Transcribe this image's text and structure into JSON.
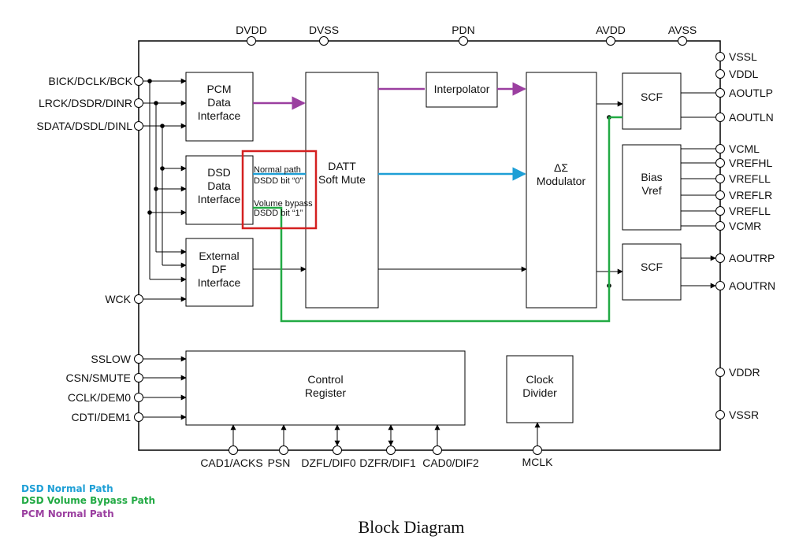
{
  "colors": {
    "pcm_path": "#9b3fa0",
    "dsd_normal": "#1e9fd6",
    "dsd_bypass": "#22aa44",
    "highlight_box": "#d42020",
    "line": "#000000"
  },
  "pins": {
    "top": [
      "DVDD",
      "DVSS",
      "PDN",
      "AVDD",
      "AVSS"
    ],
    "left": [
      "BICK/DCLK/BCK",
      "LRCK/DSDR/DINR",
      "SDATA/DSDL/DINL",
      "WCK",
      "SSLOW",
      "CSN/SMUTE",
      "CCLK/DEM0",
      "CDTI/DEM1"
    ],
    "right": [
      "VSSL",
      "VDDL",
      "AOUTLP",
      "AOUTLN",
      "VCML",
      "VREFHL",
      "VREFLL",
      "VREFLR",
      "VREFLL",
      "VCMR",
      "AOUTRP",
      "AOUTRN",
      "VDDR",
      "VSSR"
    ],
    "bottom": [
      "CAD1/ACKS",
      "PSN",
      "DZFL/DIF0",
      "DZFR/DIF1",
      "CAD0/DIF2",
      "MCLK"
    ]
  },
  "blocks": {
    "pcm_if": [
      "PCM",
      "Data",
      "Interface"
    ],
    "dsd_if": [
      "DSD",
      "Data",
      "Interface"
    ],
    "ext_df": [
      "External",
      "DF",
      "Interface"
    ],
    "datt": [
      "DATT",
      "Soft Mute"
    ],
    "interp": [
      "Interpolator"
    ],
    "dsm": [
      "ΔΣ",
      "Modulator"
    ],
    "scf_l": [
      "SCF"
    ],
    "bias": [
      "Bias",
      "Vref"
    ],
    "scf_r": [
      "SCF"
    ],
    "ctrl": [
      "Control",
      "Register"
    ],
    "clkdiv": [
      "Clock",
      "Divider"
    ]
  },
  "annotations": {
    "normal_path": "Normal path",
    "normal_bit": "DSDD bit “0”",
    "bypass_path": "Volume bypass",
    "bypass_bit": "DSDD bit “1”"
  },
  "legend": {
    "dsd_normal": "DSD Normal Path",
    "dsd_bypass": "DSD Volume Bypass Path",
    "pcm_normal": "PCM Normal Path"
  },
  "caption": "Block Diagram"
}
